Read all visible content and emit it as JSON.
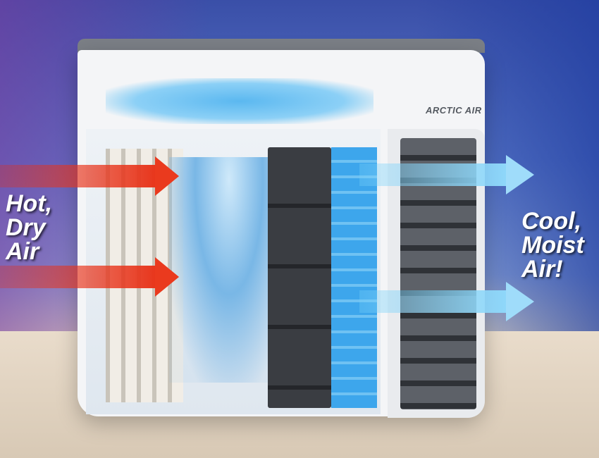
{
  "scene": {
    "description": "Product illustration of a portable evaporative air cooler showing airflow",
    "brand_label": "ARCTIC AIR",
    "left_caption": [
      "Hot,",
      "Dry",
      "Air"
    ],
    "right_caption": [
      "Cool,",
      "Moist",
      "Air!"
    ]
  },
  "colors": {
    "hot_arrow": "#ea3a1e",
    "cool_arrow": "#9fdcfa",
    "background": "#3a4fa8",
    "device_shell": "#f4f5f7"
  }
}
